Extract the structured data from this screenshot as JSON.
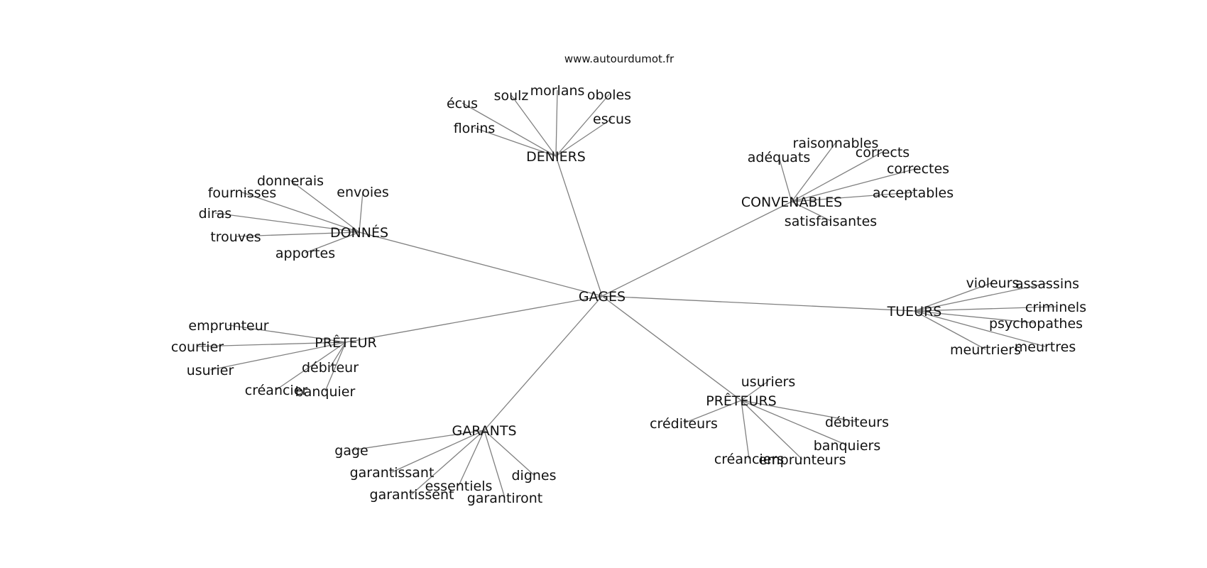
{
  "site_credit": "www.autourdumot.fr",
  "colors": {
    "edge": "#808080",
    "text": "#111111",
    "background": "#ffffff"
  },
  "graph": {
    "center": "GAGES",
    "clusters": [
      {
        "id": "deniers",
        "label": "DENIERS",
        "words": [
          "écus",
          "soulz",
          "morlans",
          "oboles",
          "escus",
          "florins"
        ]
      },
      {
        "id": "convenables",
        "label": "CONVENABLES",
        "words": [
          "raisonnables",
          "adéquats",
          "corrects",
          "correctes",
          "acceptables",
          "satisfaisantes"
        ]
      },
      {
        "id": "donnes",
        "label": "DONNÉS",
        "words": [
          "donnerais",
          "fournisses",
          "envoies",
          "diras",
          "trouves",
          "apportes"
        ]
      },
      {
        "id": "tueurs",
        "label": "TUEURS",
        "words": [
          "violeurs",
          "assassins",
          "criminels",
          "psychopathes",
          "meurtres",
          "meurtriers"
        ]
      },
      {
        "id": "preteur",
        "label": "PRÊTEUR",
        "words": [
          "emprunteur",
          "courtier",
          "usurier",
          "débiteur",
          "créancier",
          "banquier"
        ]
      },
      {
        "id": "preteurs",
        "label": "PRÊTEURS",
        "words": [
          "usuriers",
          "créditeurs",
          "débiteurs",
          "banquiers",
          "créanciers",
          "emprunteurs"
        ]
      },
      {
        "id": "garants",
        "label": "GARANTS",
        "words": [
          "gage",
          "garantissant",
          "garantissent",
          "essentiels",
          "dignes",
          "garantiront"
        ]
      }
    ]
  }
}
